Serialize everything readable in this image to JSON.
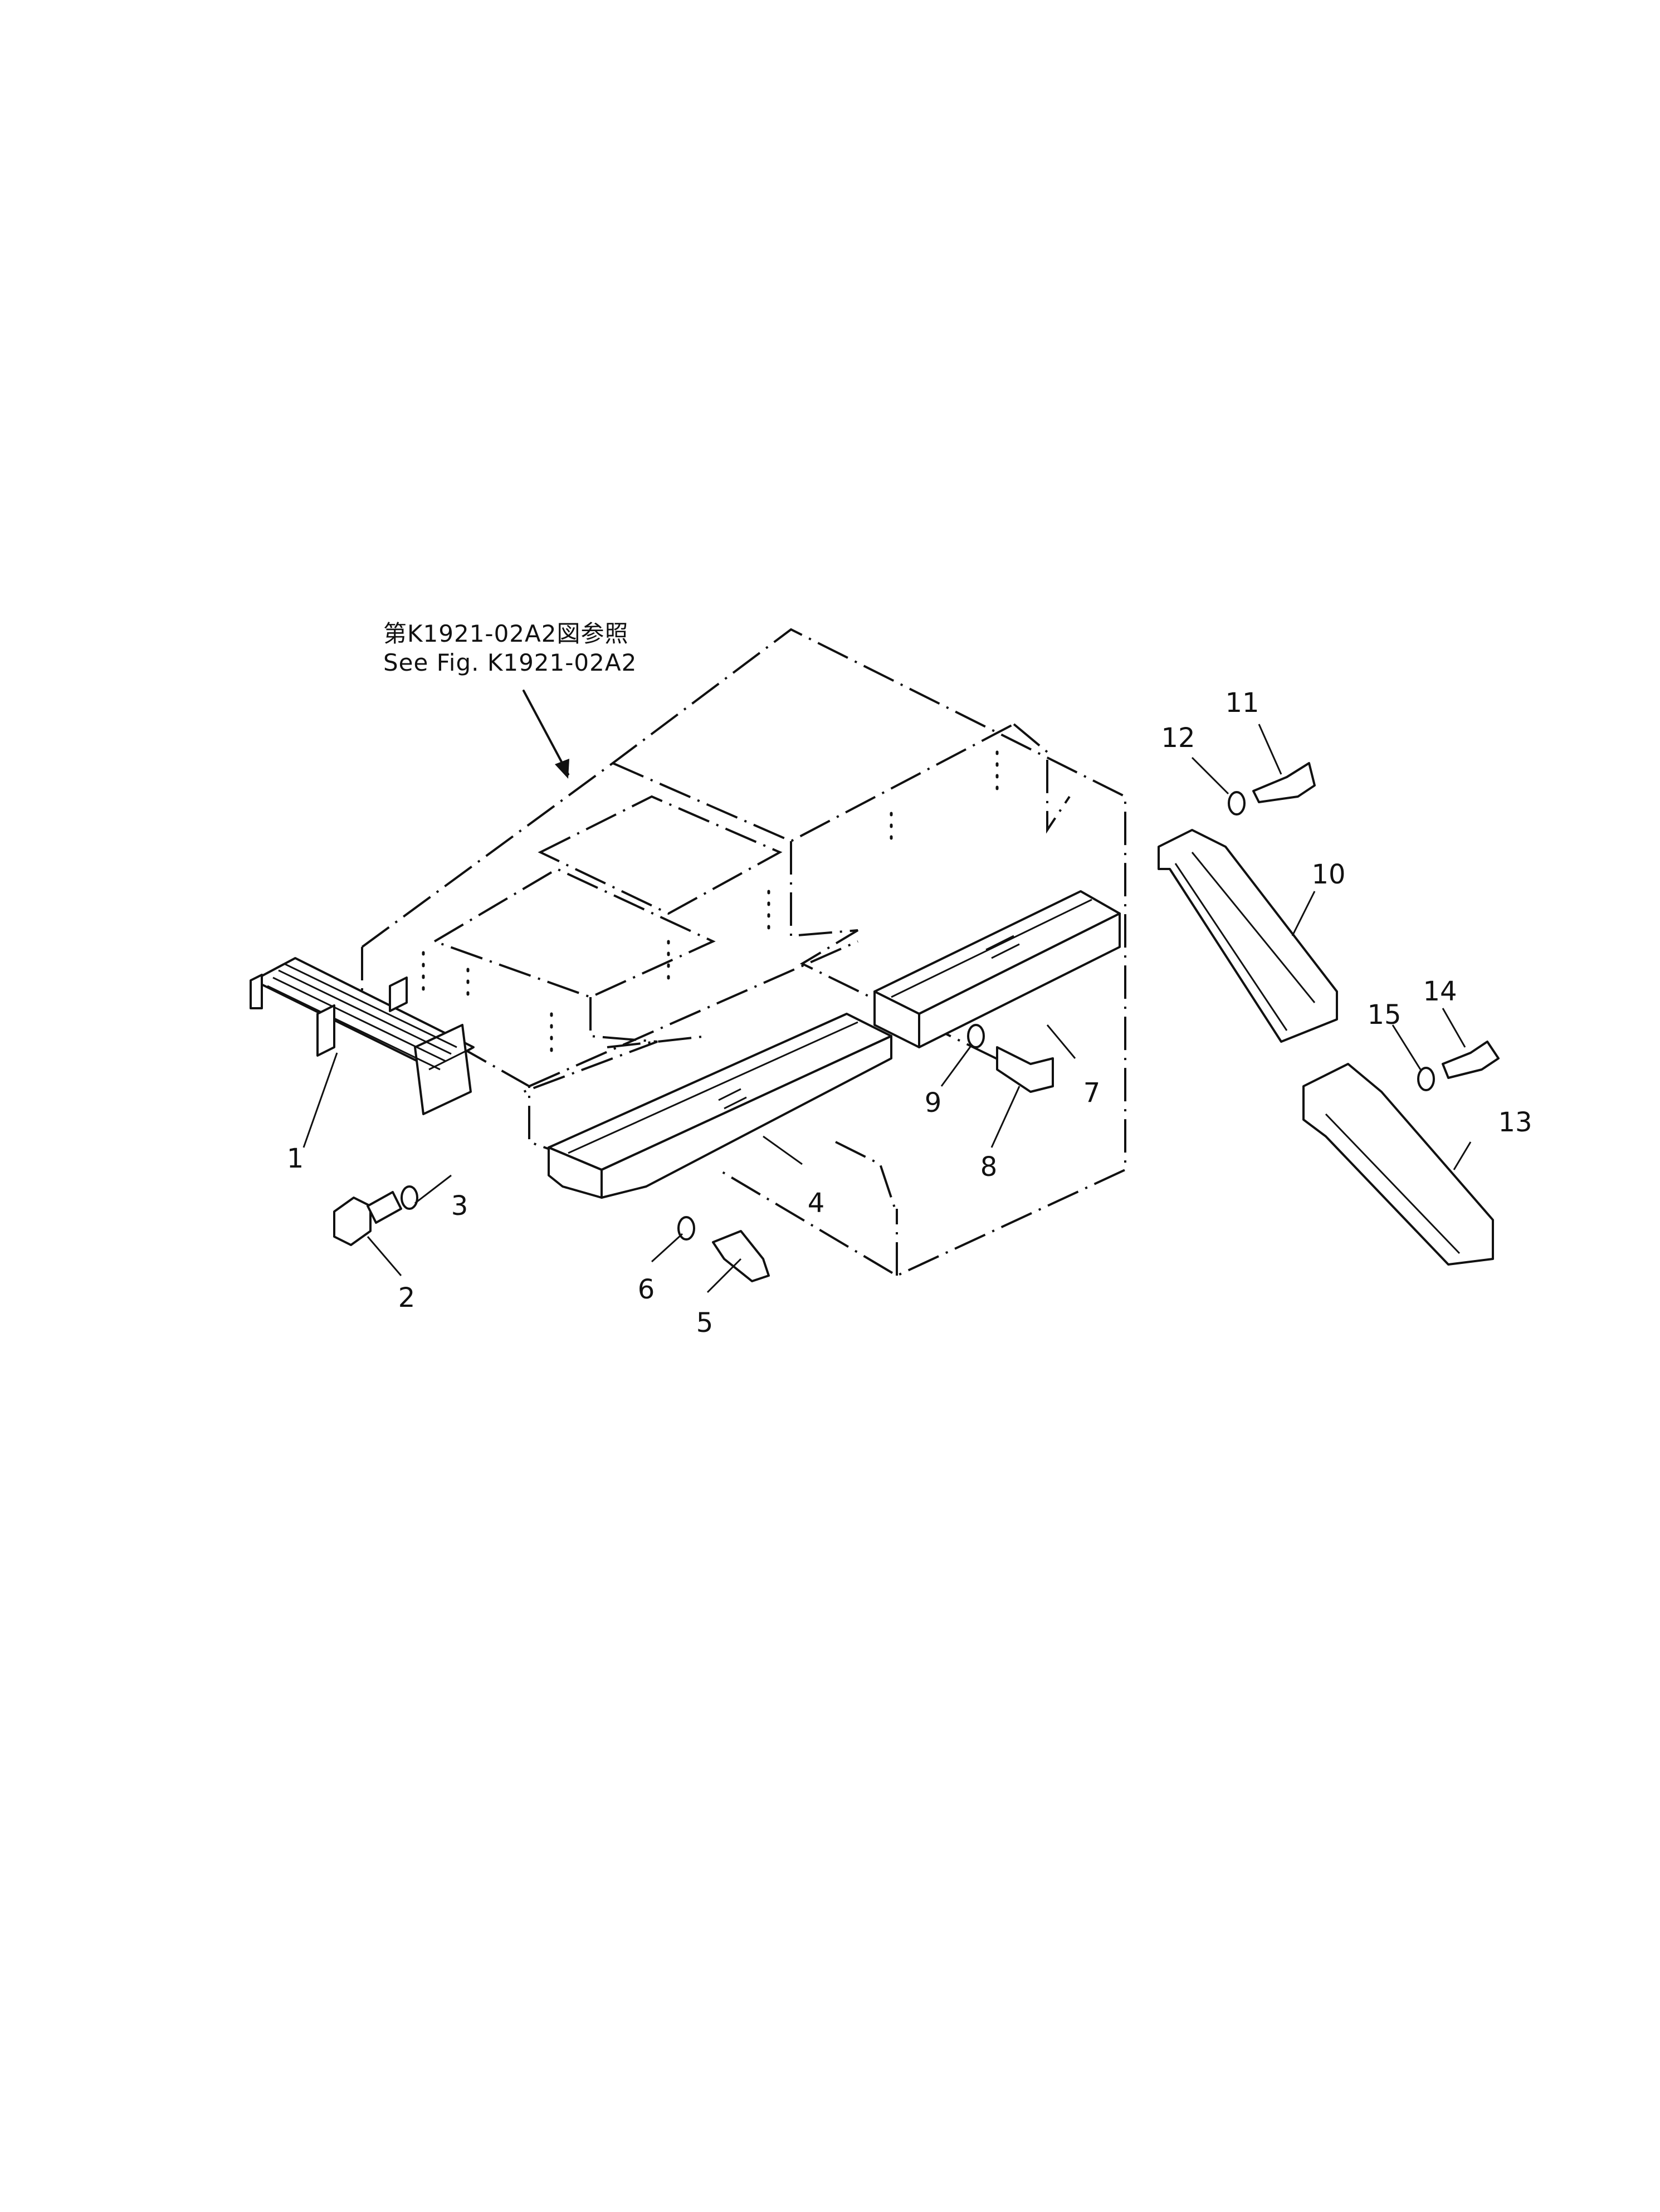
{
  "reference_note": {
    "line_jp": "第K1921-02A2図参照",
    "line_en": "See Fig. K1921-02A2"
  },
  "callouts": [
    {
      "id": "1",
      "label": "1"
    },
    {
      "id": "2",
      "label": "2"
    },
    {
      "id": "3",
      "label": "3"
    },
    {
      "id": "4",
      "label": "4"
    },
    {
      "id": "5",
      "label": "5"
    },
    {
      "id": "6",
      "label": "6"
    },
    {
      "id": "7",
      "label": "7"
    },
    {
      "id": "8",
      "label": "8"
    },
    {
      "id": "9",
      "label": "9"
    },
    {
      "id": "10",
      "label": "10"
    },
    {
      "id": "11",
      "label": "11"
    },
    {
      "id": "12",
      "label": "12"
    },
    {
      "id": "13",
      "label": "13"
    },
    {
      "id": "14",
      "label": "14"
    },
    {
      "id": "15",
      "label": "15"
    }
  ]
}
